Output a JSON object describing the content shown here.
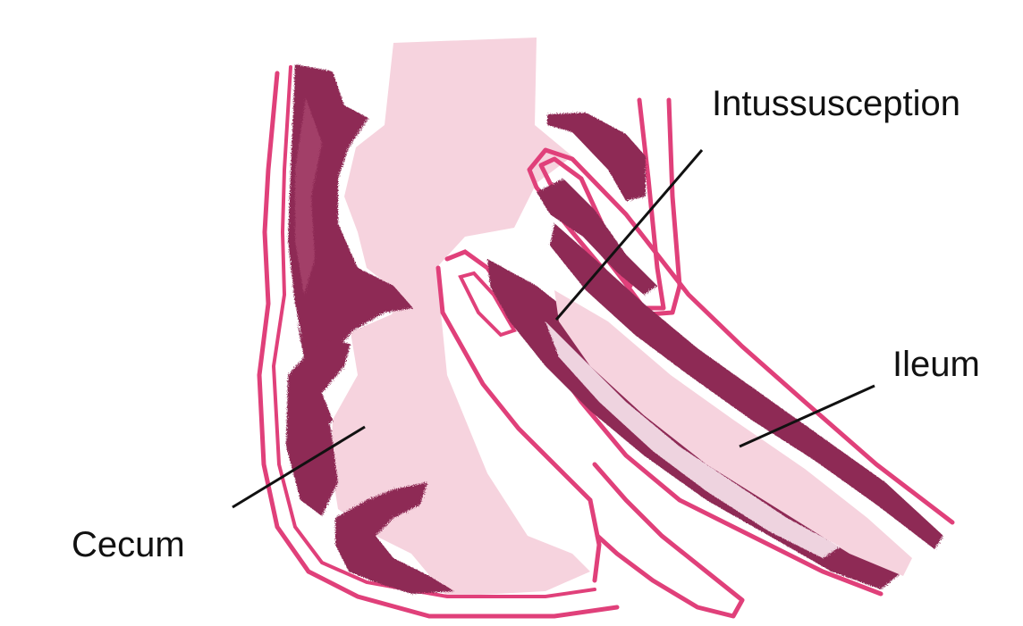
{
  "labels": {
    "intussusception": "Intussusception",
    "ileum": "Ileum",
    "cecum": "Cecum"
  },
  "colors": {
    "outline": "#e0407a",
    "wall": "#8e2a55",
    "wall_light": "#a8456d",
    "lumen": "#f6d3de",
    "highlight": "#f9e6ee",
    "leader_line": "#111111"
  }
}
